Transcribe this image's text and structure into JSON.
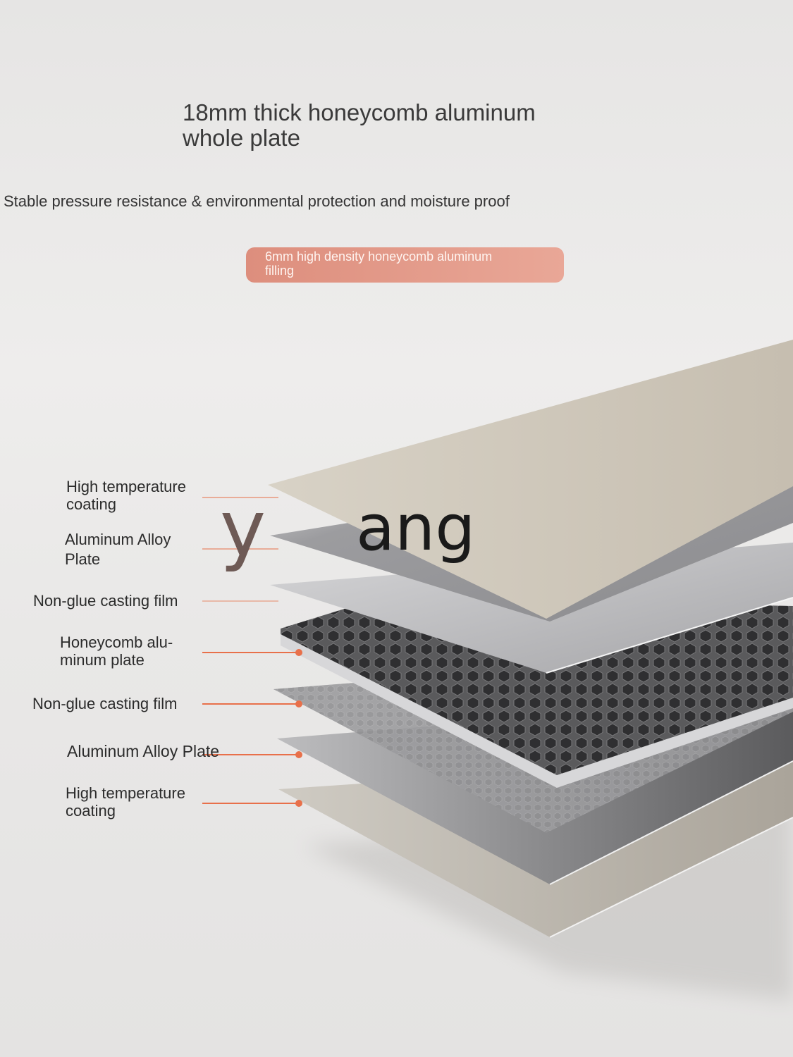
{
  "heading": {
    "line1": "18mm thick honeycomb aluminum",
    "line2": "whole plate"
  },
  "subheading": "Stable pressure resistance & environmental protection and moisture proof",
  "badge": {
    "line1": "6mm high density honeycomb aluminum",
    "line2": "filling"
  },
  "watermark": {
    "part1": "y",
    "part2": "ang"
  },
  "layers": [
    {
      "line1": "High temperature",
      "line2": "coating"
    },
    {
      "line1": "Aluminum Alloy",
      "line2": "Plate"
    },
    {
      "line1": "Non-glue casting film"
    },
    {
      "line1": "Honeycomb alu-",
      "line2": "minum plate"
    },
    {
      "line1": "Non-glue casting film"
    },
    {
      "line1": "Aluminum Alloy Plate"
    },
    {
      "line1": "High temperature",
      "line2": "coating"
    }
  ],
  "colors": {
    "accent": "#e8704a",
    "badge": "#e39a89",
    "coating": "#cfc6b8",
    "aluminum": "#a9a9ab",
    "honeycomb": "#3e3e40"
  }
}
